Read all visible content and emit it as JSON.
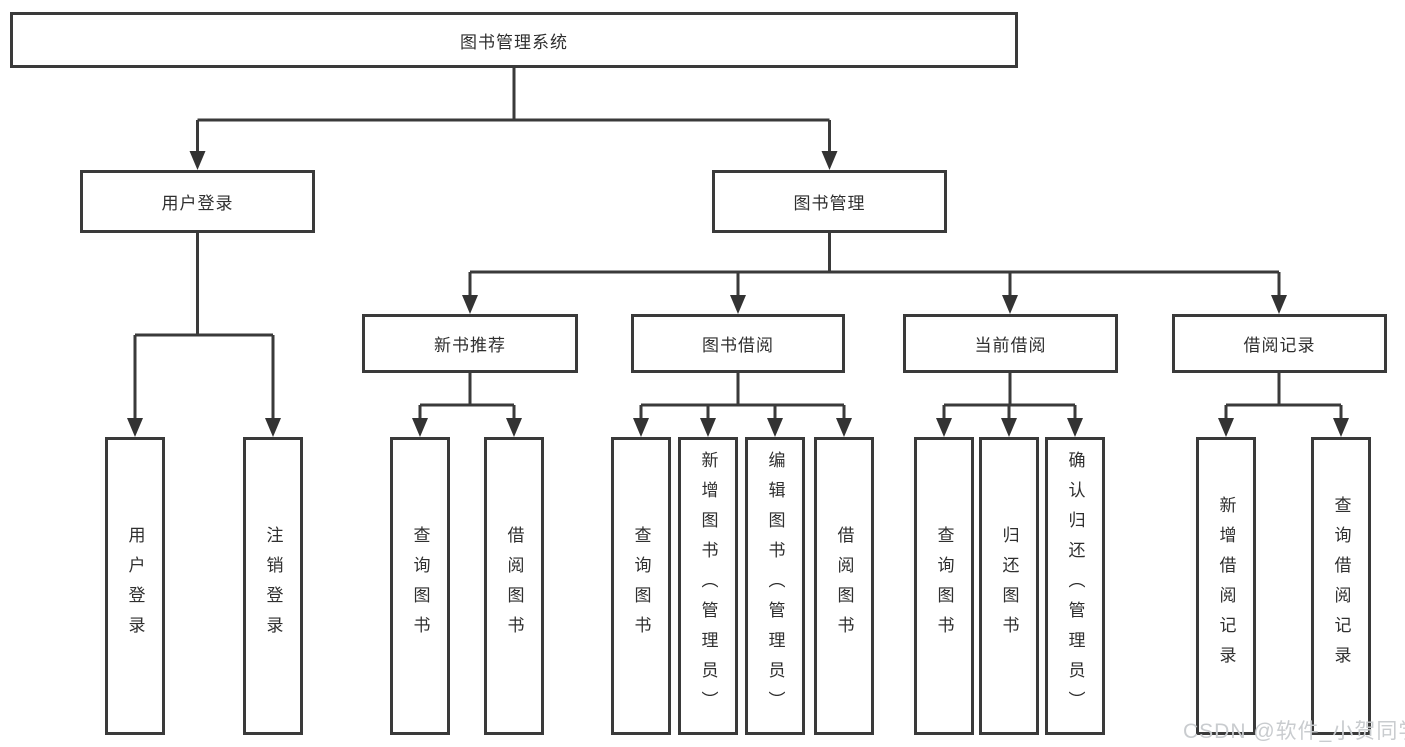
{
  "tree": {
    "label": "图书管理系统",
    "children": [
      {
        "label": "用户登录",
        "children": [
          {
            "label": "用户登录"
          },
          {
            "label": "注销登录"
          }
        ]
      },
      {
        "label": "图书管理",
        "children": [
          {
            "label": "新书推荐",
            "children": [
              {
                "label": "查询图书"
              },
              {
                "label": "借阅图书"
              }
            ]
          },
          {
            "label": "图书借阅",
            "children": [
              {
                "label": "查询图书"
              },
              {
                "label": "新增图书（管理员）"
              },
              {
                "label": "编辑图书（管理员）"
              },
              {
                "label": "借阅图书"
              }
            ]
          },
          {
            "label": "当前借阅",
            "children": [
              {
                "label": "查询图书"
              },
              {
                "label": "归还图书"
              },
              {
                "label": "确认归还（管理员）"
              }
            ]
          },
          {
            "label": "借阅记录",
            "children": [
              {
                "label": "新增借阅记录"
              },
              {
                "label": "查询借阅记录"
              }
            ]
          }
        ]
      }
    ]
  },
  "watermark": {
    "text": "CSDN @软件_小贺同学"
  },
  "colors": {
    "line": "#3a3a3a",
    "text": "#2f2f2f",
    "watermark": "#c9cccf",
    "background": "#ffffff"
  }
}
